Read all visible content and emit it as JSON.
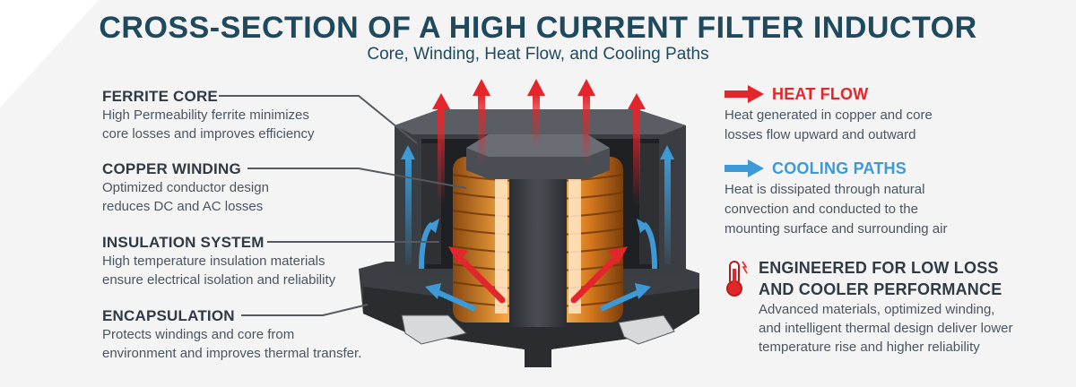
{
  "title": "CROSS-SECTION OF A HIGH CURRENT FILTER INDUCTOR",
  "subtitle": "Core, Winding, Heat Flow, and Cooling Paths",
  "callouts": [
    {
      "heading": "FERRITE CORE",
      "lines": [
        "High Permeability ferrite minimizes",
        "core losses and improves efficiency"
      ]
    },
    {
      "heading": "COPPER WINDING",
      "lines": [
        "Optimized conductor design",
        "reduces DC and AC losses"
      ]
    },
    {
      "heading": "INSULATION SYSTEM",
      "lines": [
        "High temperature insulation materials",
        "ensure electrical isolation and reliability"
      ]
    },
    {
      "heading": "ENCAPSULATION",
      "lines": [
        "Protects windings and core from",
        "environment and improves thermal transfer."
      ]
    }
  ],
  "heat_flow": {
    "heading": "HEAT FLOW",
    "lines": [
      "Heat generated in copper and core",
      "losses flow upward and outward"
    ],
    "color": "#e3262b"
  },
  "cooling": {
    "heading": "COOLING PATHS",
    "lines": [
      "Heat is dissipated through natural",
      "convection and conducted to the",
      "mounting surface and surrounding air"
    ],
    "color": "#3d9ad6"
  },
  "engineered": {
    "heading_lines": [
      "ENGINEERED FOR LOW LOSS",
      "AND COOLER PERFORMANCE"
    ],
    "lines": [
      "Advanced materials, optimized winding,",
      "and intelligent thermal design deliver lower",
      "temperature rise and higher reliability"
    ],
    "icon": "thermometer-icon"
  },
  "colors": {
    "title": "#1f4a5e",
    "heat": "#e3262b",
    "cool": "#3d9ad6",
    "copper": "#e08a2c",
    "core": "#3a3d41"
  }
}
